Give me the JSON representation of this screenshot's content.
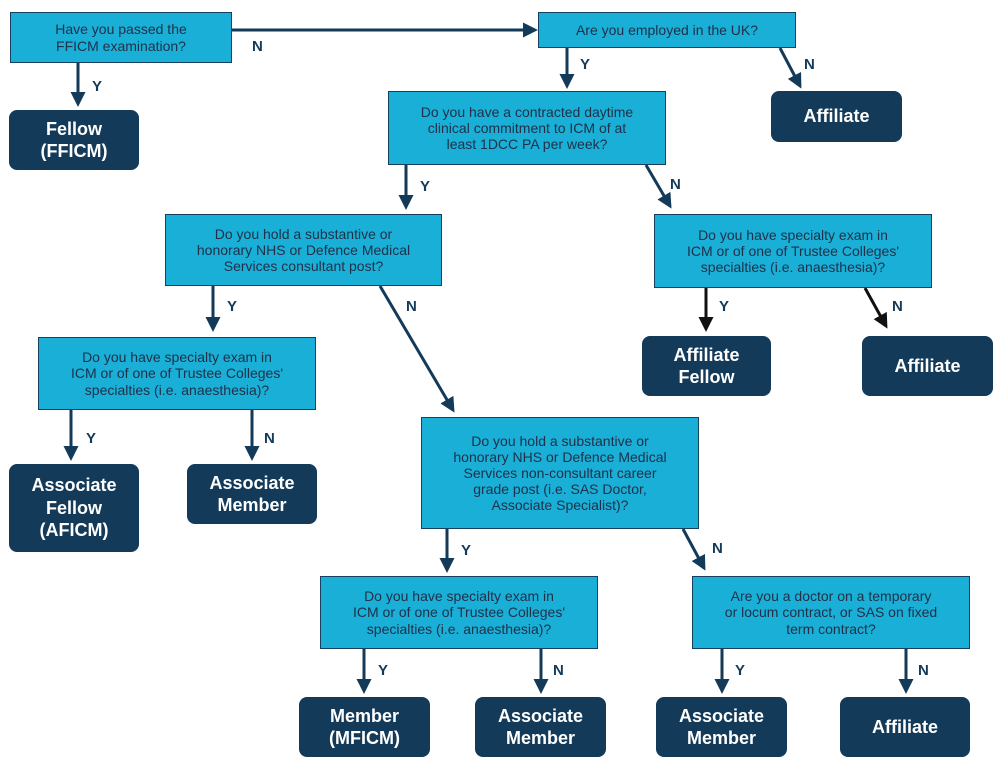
{
  "questions": {
    "q1": "Have you passed the\nFFICM examination?",
    "q2": "Are you employed in the UK?",
    "q3": "Do you have a contracted daytime\nclinical commitment to ICM of at\nleast 1DCC PA per week?",
    "q4": "Do you hold a substantive or\nhonorary NHS or Defence Medical\nServices consultant post?",
    "q5": "Do you have specialty exam in\nICM or of one of Trustee Colleges'\nspecialties (i.e. anaesthesia)?",
    "q6": "Do you have specialty exam in\nICM or of one of Trustee Colleges'\nspecialties (i.e. anaesthesia)?",
    "q7": "Do you hold a substantive or\nhonorary NHS or Defence Medical\nServices non-consultant career\ngrade post (i.e. SAS Doctor,\nAssociate Specialist)?",
    "q8": "Do you have specialty exam in\nICM or of one of Trustee Colleges'\nspecialties (i.e. anaesthesia)?",
    "q9": "Are you a doctor on a temporary\nor locum contract, or SAS on fixed\nterm contract?"
  },
  "results": {
    "r1": "Fellow\n(FFICM)",
    "r2": "Affiliate",
    "r3": "Affiliate\nFellow",
    "r4": "Affiliate",
    "r5": "Associate\nFellow\n(AFICM)",
    "r6": "Associate\nMember",
    "r7": "Member\n(MFICM)",
    "r8": "Associate\nMember",
    "r9": "Associate\nMember",
    "r10": "Affiliate"
  },
  "labels": {
    "yes": "Y",
    "no": "N"
  },
  "colors": {
    "question_fill": "#1aafd6",
    "result_fill": "#133a59",
    "arrow": "#133a59"
  }
}
